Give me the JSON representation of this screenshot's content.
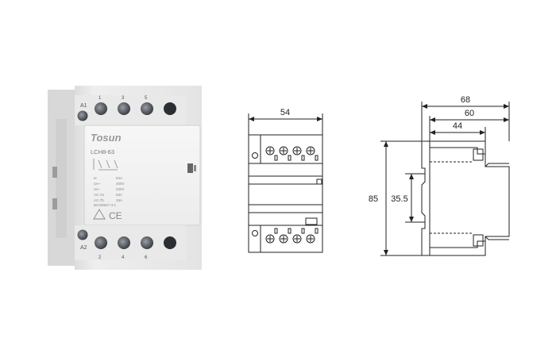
{
  "product": {
    "brand": "Tosun",
    "model": "LCH8-63",
    "top_terminals": {
      "coil": "A1",
      "poles": [
        "1",
        "3",
        "5"
      ]
    },
    "bottom_terminals": {
      "coil": "A2",
      "poles": [
        "2",
        "4",
        "6"
      ]
    },
    "ratings": [
      "63A",
      "400V",
      "230V",
      "63A",
      "25A"
    ],
    "standard": "IEC60947-4-1",
    "ce_mark": "CE"
  },
  "dimensions": {
    "front_width": "54",
    "side_depth_total": "68",
    "side_depth_mid": "60",
    "side_depth_front": "44",
    "height": "85",
    "rail_height": "35.5"
  }
}
